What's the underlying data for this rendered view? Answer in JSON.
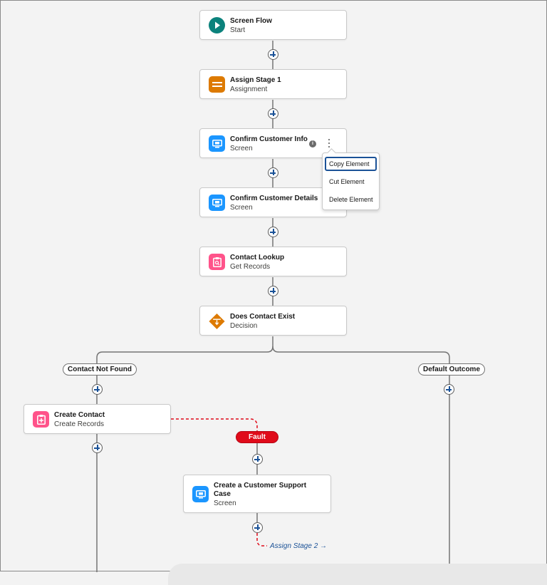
{
  "nodes": [
    {
      "id": "start",
      "title": "Screen Flow",
      "subtitle": "Start",
      "icon": "play-icon",
      "color": "#0b827c"
    },
    {
      "id": "assign1",
      "title": "Assign Stage 1",
      "subtitle": "Assignment",
      "icon": "assignment-icon",
      "color": "#dd7a01"
    },
    {
      "id": "confirm-info",
      "title": "Confirm Customer Info",
      "subtitle": "Screen",
      "icon": "screen-icon",
      "color": "#1b96ff"
    },
    {
      "id": "confirm-details",
      "title": "Confirm Customer Details",
      "subtitle": "Screen",
      "icon": "screen-icon",
      "color": "#1b96ff"
    },
    {
      "id": "lookup",
      "title": "Contact Lookup",
      "subtitle": "Get Records",
      "icon": "get-records-icon",
      "color": "#ff538a"
    },
    {
      "id": "decision",
      "title": "Does Contact Exist",
      "subtitle": "Decision",
      "icon": "decision-icon",
      "color": "#dd7a01"
    },
    {
      "id": "create-contact",
      "title": "Create Contact",
      "subtitle": "Create Records",
      "icon": "create-records-icon",
      "color": "#ff538a"
    },
    {
      "id": "support-case",
      "title": "Create a Customer Support",
      "title2": "Case",
      "subtitle": "Screen",
      "icon": "screen-icon",
      "color": "#1b96ff"
    }
  ],
  "outcomes": {
    "left": "Contact Not Found",
    "right": "Default Outcome"
  },
  "fault_label": "Fault",
  "goto_label": "Assign Stage 2 →",
  "context_menu": {
    "items": [
      "Copy Element",
      "Cut Element",
      "Delete Element"
    ],
    "selected": "Copy Element"
  },
  "info_glyph": "i",
  "colors": {
    "connector": "#747474",
    "fault": "#e00b1a",
    "accent": "#1b5297"
  }
}
